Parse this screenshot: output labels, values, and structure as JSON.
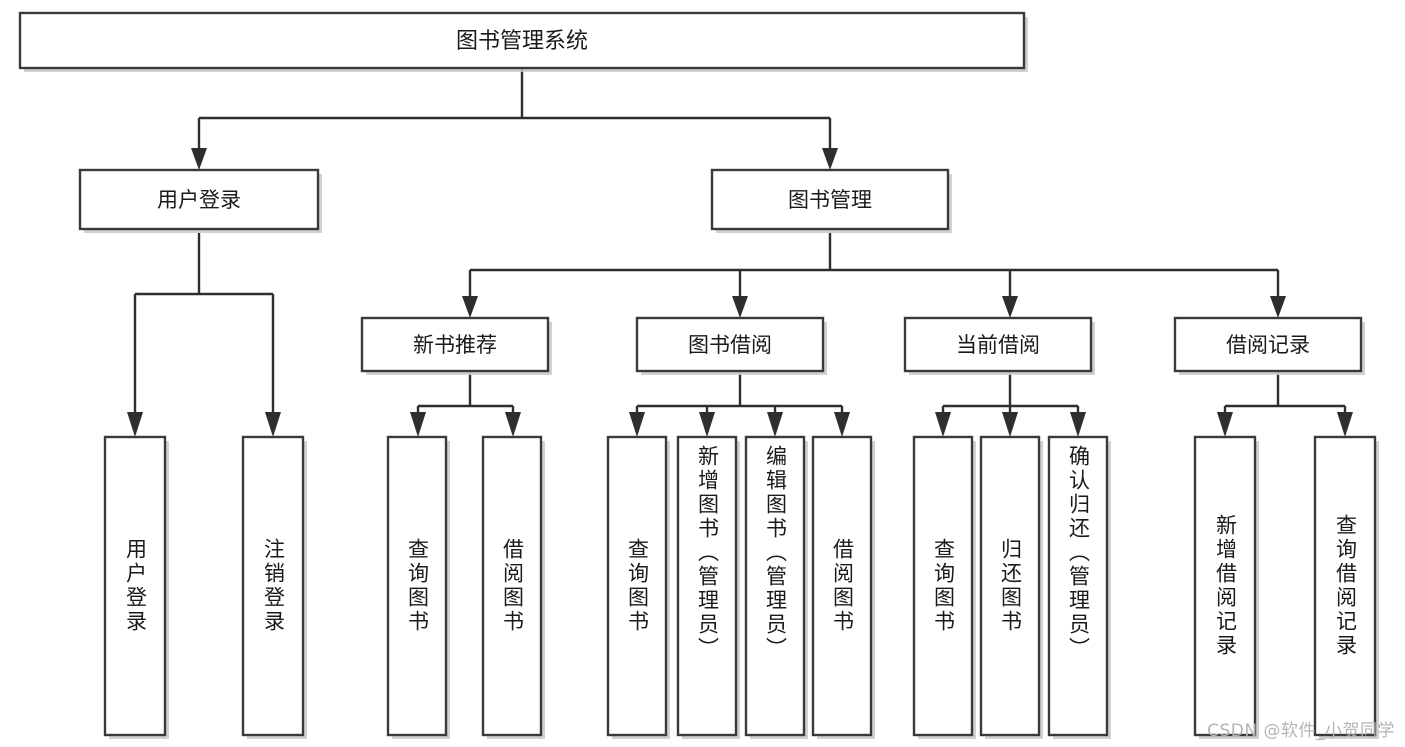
{
  "diagram": {
    "kind": "tree-hierarchy-chart",
    "root": {
      "id": "root",
      "label": "图书管理系统"
    },
    "level2": [
      {
        "id": "user-login",
        "label": "用户登录"
      },
      {
        "id": "book-manage",
        "label": "图书管理"
      }
    ],
    "level3": [
      {
        "id": "new-book-rec",
        "label": "新书推荐",
        "parent": "book-manage"
      },
      {
        "id": "book-borrow",
        "label": "图书借阅",
        "parent": "book-manage"
      },
      {
        "id": "current-borrow",
        "label": "当前借阅",
        "parent": "book-manage"
      },
      {
        "id": "borrow-record",
        "label": "借阅记录",
        "parent": "book-manage"
      }
    ],
    "leaves": [
      {
        "id": "leaf-user-login",
        "label": "用户登录",
        "parent": "user-login"
      },
      {
        "id": "leaf-logout-login",
        "label": "注销登录",
        "parent": "user-login"
      },
      {
        "id": "leaf-query-book-rec",
        "label": "查询图书",
        "parent": "new-book-rec"
      },
      {
        "id": "leaf-borrow-book-rec",
        "label": "借阅图书",
        "parent": "new-book-rec"
      },
      {
        "id": "leaf-query-book-borrow",
        "label": "查询图书",
        "parent": "book-borrow"
      },
      {
        "id": "leaf-add-book",
        "label": "新增图书（管理员）",
        "parent": "book-borrow"
      },
      {
        "id": "leaf-edit-book",
        "label": "编辑图书（管理员）",
        "parent": "book-borrow"
      },
      {
        "id": "leaf-borrow-book",
        "label": "借阅图书",
        "parent": "book-borrow"
      },
      {
        "id": "leaf-query-book-cur",
        "label": "查询图书",
        "parent": "current-borrow"
      },
      {
        "id": "leaf-return-book",
        "label": "归还图书",
        "parent": "current-borrow"
      },
      {
        "id": "leaf-confirm-return",
        "label": "确认归还（管理员）",
        "parent": "current-borrow"
      },
      {
        "id": "leaf-add-record",
        "label": "新增借阅记录",
        "parent": "borrow-record"
      },
      {
        "id": "leaf-query-record",
        "label": "查询借阅记录",
        "parent": "borrow-record"
      }
    ],
    "watermark": "CSDN @软件_小贺同学",
    "colors": {
      "background": "#ffffff",
      "box_fill": "#ffffff",
      "box_stroke": "#3a3a3a",
      "edge": "#2e2e2e",
      "text": "#1a1a1a",
      "watermark": "#b4b4b4"
    }
  }
}
